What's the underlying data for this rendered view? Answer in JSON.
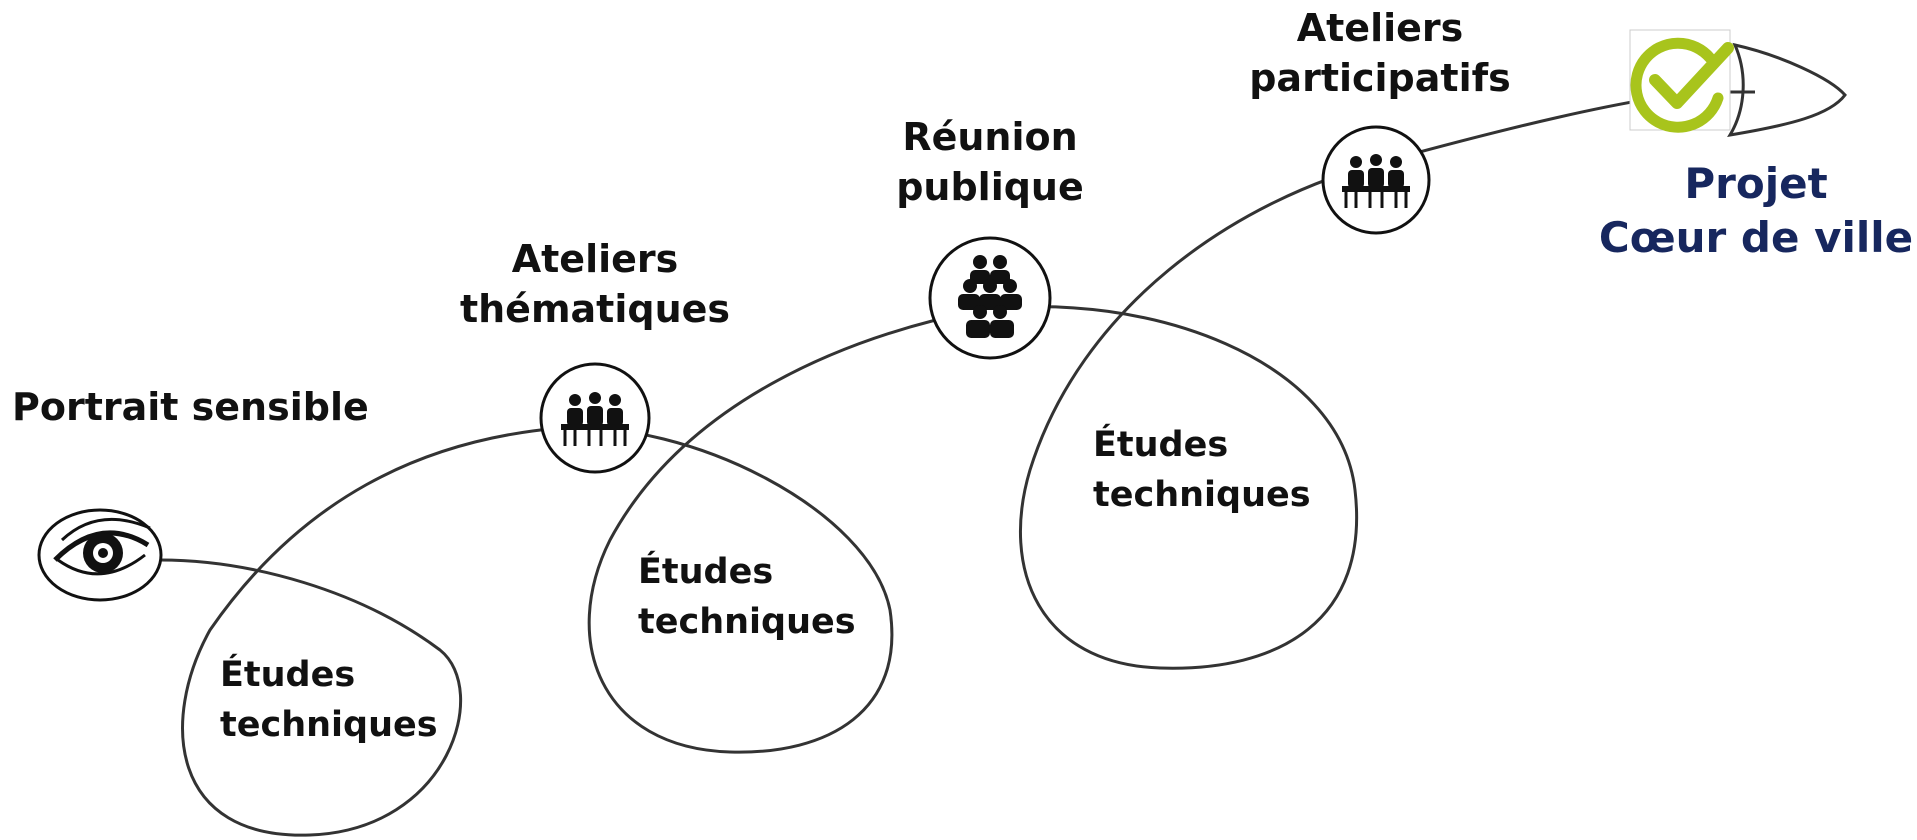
{
  "milestones": [
    {
      "name": "portrait",
      "lines": [
        "Portrait sensible"
      ],
      "icon": "eye-icon"
    },
    {
      "name": "ateliers-thematiques",
      "lines": [
        "Ateliers",
        "thématiques"
      ],
      "icon": "meeting-table-icon"
    },
    {
      "name": "reunion-publique",
      "lines": [
        "Réunion",
        "publique"
      ],
      "icon": "crowd-icon"
    },
    {
      "name": "ateliers-participatifs",
      "lines": [
        "Ateliers",
        "participatifs"
      ],
      "icon": "meeting-table-icon"
    }
  ],
  "studies": [
    {
      "lines": [
        "Études",
        "techniques"
      ]
    },
    {
      "lines": [
        "Études",
        "techniques"
      ]
    },
    {
      "lines": [
        "Études",
        "techniques"
      ]
    }
  ],
  "final": {
    "lines": [
      "Projet",
      "Cœur de ville"
    ],
    "icon": "checkmark-icon"
  },
  "colors": {
    "final_text": "#17275e",
    "check_green": "#a8c41c",
    "line": "#333333"
  }
}
